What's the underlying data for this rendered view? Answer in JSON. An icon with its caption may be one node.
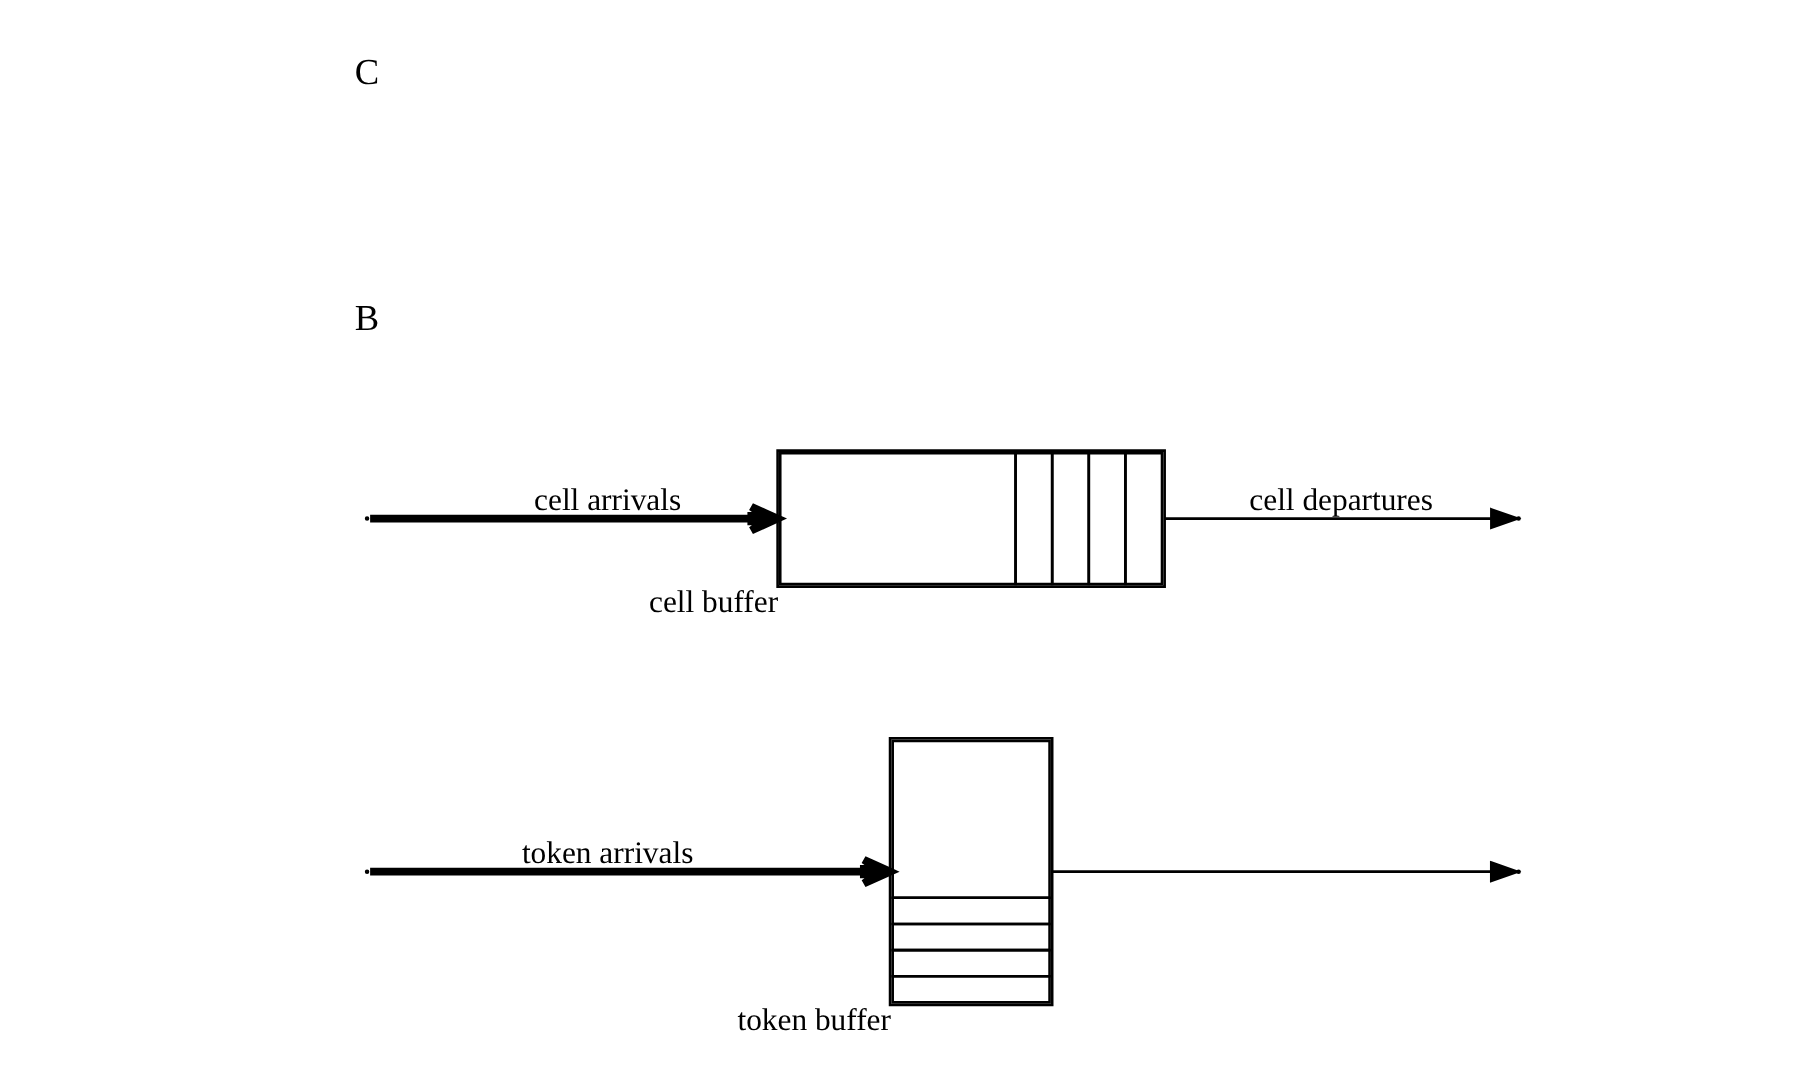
{
  "diagram": {
    "nodes": [
      {
        "text": [],
        "shape": "box",
        "beside": [
          "token buffer"
        ]
      },
      {
        "text": [],
        "shape": "box",
        "beside": [
          "cell buffer"
        ]
      }
    ],
    "edges": [
      {
        "from": null,
        "to": 0,
        "arrow": "to",
        "style": "thick",
        "label": "token arrivals"
      },
      {
        "from": null,
        "to": 1,
        "arrow": "to",
        "style": "thick",
        "label": "cell arrivals"
      },
      {
        "from": 1,
        "to": null,
        "arrow": "to",
        "label": "cell departures"
      },
      {
        "from": 0,
        "to": null,
        "arrow": "to"
      }
    ],
    "labels": [
      "B",
      "C"
    ]
  }
}
